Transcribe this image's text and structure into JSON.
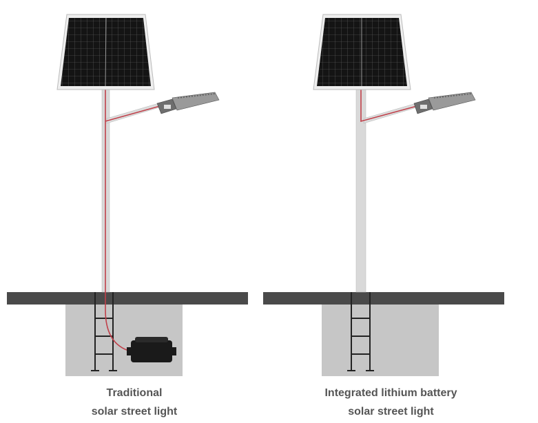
{
  "left": {
    "caption_line1": "Traditional",
    "caption_line2": "solar street light"
  },
  "right": {
    "caption_line1": "Integrated lithium battery",
    "caption_line2": "solar street light"
  },
  "colors": {
    "ground": "#4a4a4a",
    "foundation": "#c6c6c6",
    "pole": "#d8d8d8",
    "wire": "#c0404a",
    "panel": "#151515",
    "battery": "#1a1a1a"
  }
}
